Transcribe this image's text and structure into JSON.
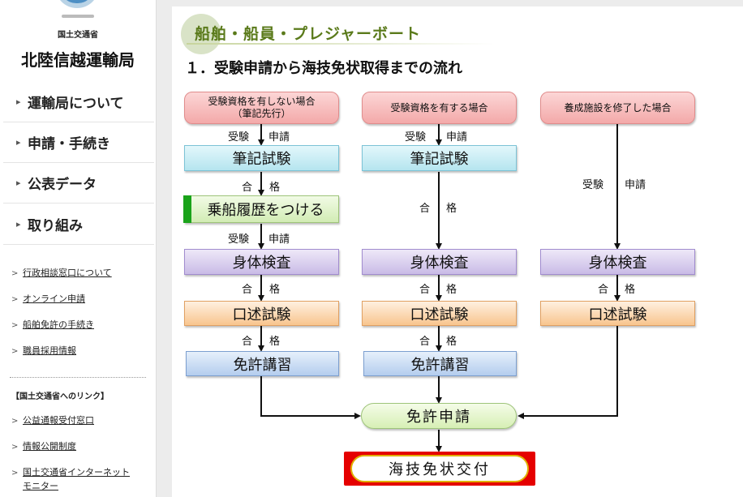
{
  "sidebar": {
    "org_sub": "国土交通省",
    "org_name": "北陸信越運輸局",
    "main_nav": [
      "運輸局について",
      "申請・手続き",
      "公表データ",
      "取り組み"
    ],
    "sub_nav": [
      "行政相談窓口について",
      "オンライン申請",
      "船舶免許の手続き",
      "職員採用情報"
    ],
    "links_heading": "【国土交通省へのリンク】",
    "links": [
      "公益通報受付窓口",
      "情報公開制度",
      "国土交通省インターネット",
      "モニター"
    ]
  },
  "page": {
    "section_title": "船舶・船員・プレジャーボート",
    "subtitle": "１．受験申請から海技免状取得までの流れ"
  },
  "flow": {
    "start_left_line1": "受験資格を有しない場合",
    "start_left_line2": "（筆記先行）",
    "start_center": "受験資格を有する場合",
    "start_right": "養成施設を修了した場合",
    "written_exam": "筆記試験",
    "boarding_record": "乗船履歴をつける",
    "physical_exam": "身体検査",
    "oral_exam": "口述試験",
    "license_course": "免許講習",
    "license_application": "免許申請",
    "license_issuance": "海技免状交付",
    "label_exam_app_a": "受験",
    "label_exam_app_b": "申請",
    "label_pass_a": "合",
    "label_pass_b": "格"
  }
}
